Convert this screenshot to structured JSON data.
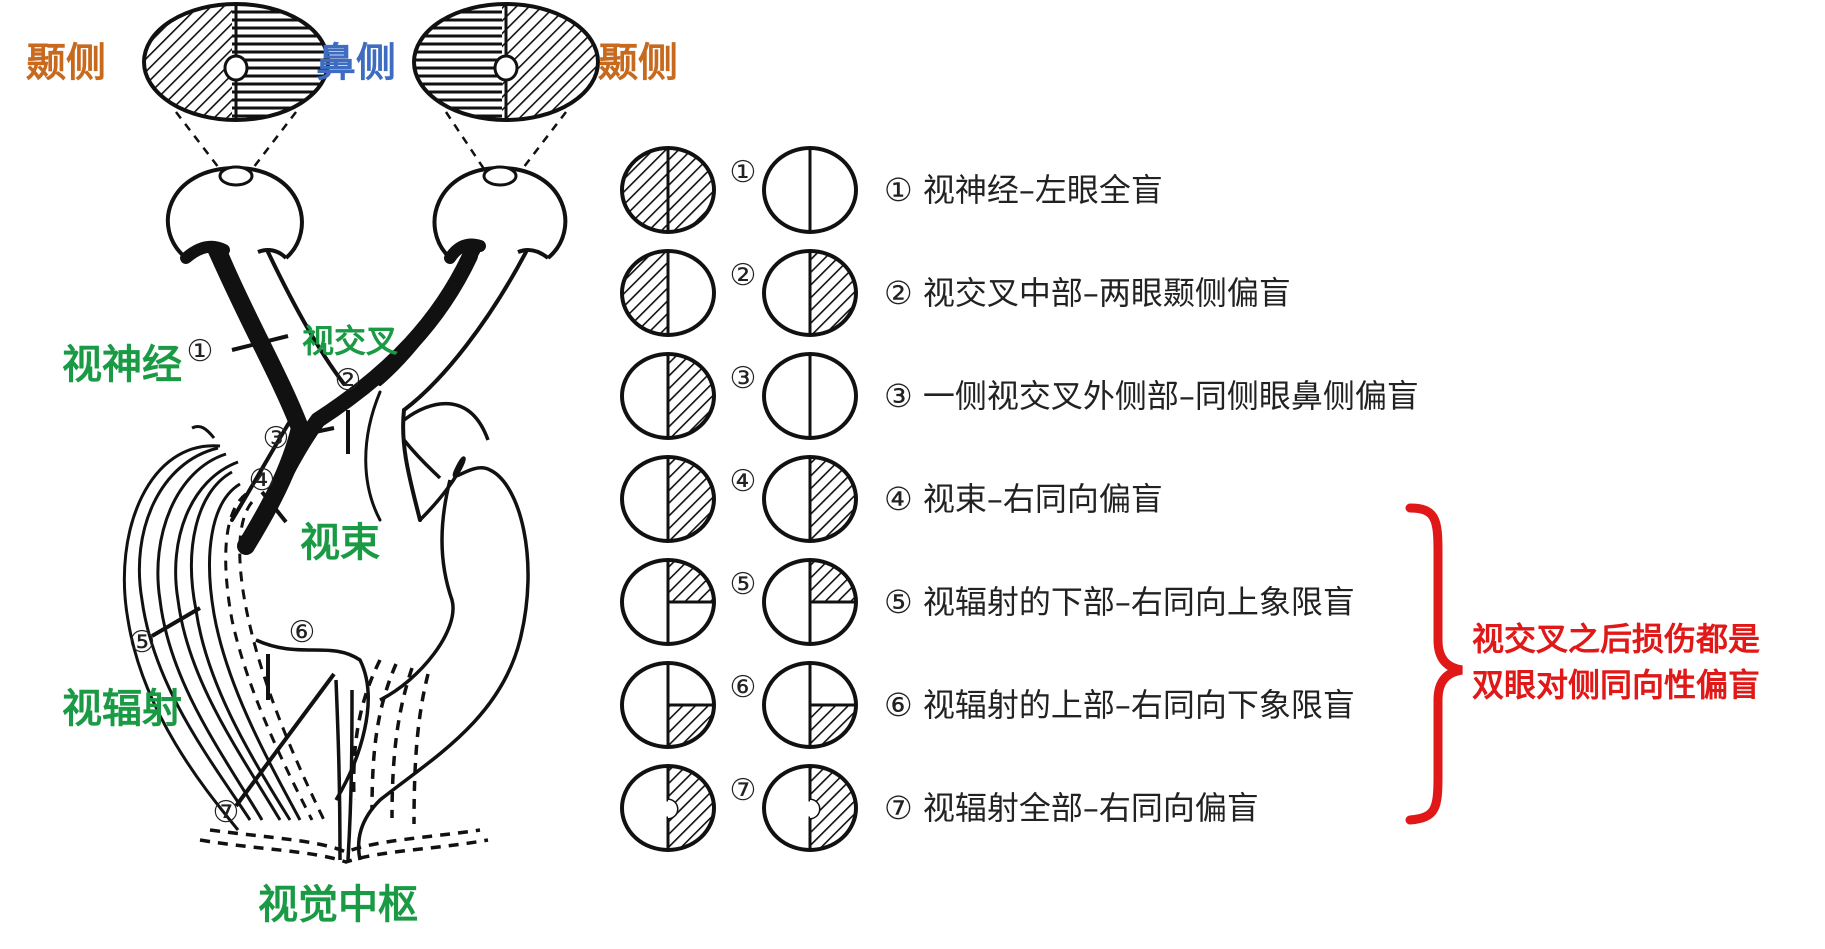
{
  "colors": {
    "temporal": "#c86a1e",
    "nasal": "#3d6cc0",
    "pathway": "#1a9a44",
    "note": "#e01818",
    "ink": "#111111"
  },
  "top_labels": {
    "temporal_left": "颞侧",
    "nasal": "鼻侧",
    "temporal_right": "颞侧"
  },
  "pathway_labels": {
    "optic_nerve": "视神经",
    "optic_chiasm": "视交叉",
    "optic_tract": "视束",
    "optic_radiation": "视辐射",
    "visual_cortex": "视觉中枢"
  },
  "lesion_markers": [
    "①",
    "②",
    "③",
    "④",
    "⑤",
    "⑥",
    "⑦"
  ],
  "field_defects": [
    {
      "marker": "①",
      "text": "① 视神经–左眼全盲",
      "left": "full",
      "right": "none"
    },
    {
      "marker": "②",
      "text": "② 视交叉中部–两眼颞侧偏盲",
      "left": "left_half",
      "right": "right_half"
    },
    {
      "marker": "③",
      "text": "③ 一侧视交叉外侧部–同侧眼鼻侧偏盲",
      "left": "right_half",
      "right": "none"
    },
    {
      "marker": "④",
      "text": "④ 视束–右同向偏盲",
      "left": "right_half",
      "right": "right_half"
    },
    {
      "marker": "⑤",
      "text": "⑤ 视辐射的下部–右同向上象限盲",
      "left": "upper_right",
      "right": "upper_right"
    },
    {
      "marker": "⑥",
      "text": "⑥ 视辐射的上部–右同向下象限盲",
      "left": "lower_right",
      "right": "lower_right"
    },
    {
      "marker": "⑦",
      "text": "⑦ 视辐射全部–右同向偏盲",
      "left": "right_half_sparing",
      "right": "right_half_sparing"
    }
  ],
  "note": {
    "line1": "视交叉之后损伤都是",
    "line2": "双眼对侧同向性偏盲"
  }
}
